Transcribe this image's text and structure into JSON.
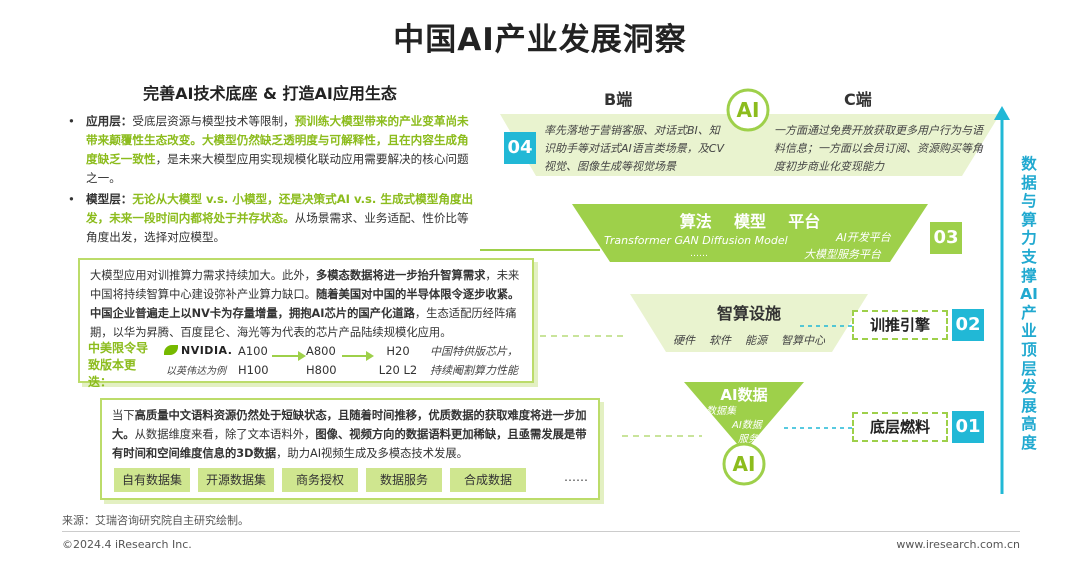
{
  "title": "中国AI产业发展洞察",
  "subtitle": "完善AI技术底座 & 打造AI应用生态",
  "left": {
    "app_layer": {
      "label": "应用层：",
      "t1": "受底层资源与模型技术等限制，",
      "h1": "预训练大模型带来的产业变革尚未带来颠覆性生态改变。大模型仍然缺乏透明度与可解释性，且在内容生成角度缺乏一致性",
      "t2": "，是未来大模型应用实现规模化联动应用需要解决的核心问题之一。"
    },
    "model_layer": {
      "label": "模型层：",
      "h1": "无论从大模型 v.s. 小模型，还是决策式AI v.s. 生成式模型角度出发，未来一段时间内都将处于并存状态。",
      "t1": "从场景需求、业务适配、性价比等角度出发，选择对应模型。"
    },
    "compute_box": {
      "t1": "大模型应用对训推算力需求持续加大。此外，",
      "b1": "多模态数据将进一步抬升智算需求",
      "t2": "，未来中国将持续智算中心建设弥补产业算力缺口。",
      "b2": "随着美国对中国的半导体限令逐步收紧。中国企业普遍走上以NV卡为存量增量，拥抱AI芯片的国产化道路",
      "t3": "，生态适配历经阵痛期，以华为昇腾、百度昆仑、海光等为代表的芯片产品陆续规模化应用。",
      "label_line1": "中美限令导",
      "label_line2": "致版本更迭：",
      "nvidia": "NVIDIA.",
      "nvidia_note": "以英伟达为例",
      "chips_a": [
        "A100",
        "H100"
      ],
      "chips_b": [
        "A800",
        "H800"
      ],
      "chips_c": [
        "H20",
        "L20 L2"
      ],
      "chips_note_1": "中国特供版芯片，",
      "chips_note_2": "持续阉割算力性能"
    },
    "data_box": {
      "t1": "当下",
      "b1": "高质量中文语料资源仍然处于短缺状态，且随着时间推移，优质数据的获取难度将进一步加大。",
      "t2": "从数据维度来看，除了文本语料外，",
      "b2": "图像、视频方向的数据语料更加稀缺，且亟需发展是带有时间和空间维度信息的3D数据",
      "t3": "，助力AI视频生成及多模态技术发展。",
      "chips": [
        "自有数据集",
        "开源数据集",
        "商务授权",
        "数据服务",
        "合成数据"
      ],
      "ellipsis": "……"
    }
  },
  "right": {
    "b_end": "B端",
    "c_end": "C端",
    "ai_badge_top": "AI",
    "ai_badge_bottom": "AI",
    "n04": "04",
    "n03": "03",
    "n02": "02",
    "n01": "01",
    "b_text": "率先落地于营销客服、对话式BI、知识助手等对话式AI语言类场景，及CV视觉、图像生成等视觉场景",
    "c_text": "一方面通过免费开放获取更多用户行为与语料信息；一方面以会员订阅、资源购买等角度初步商业化变现能力",
    "algo_title": "算法    模型    平台",
    "algo_line1": "Transformer  GAN  Diffusion Model",
    "algo_line2": "……",
    "algo_r1": "AI开发平台",
    "algo_r2": "大模型服务平台",
    "compute_title": "智算设施",
    "compute_items": "硬件    软件    能源    智算中心",
    "data_title": "AI数据",
    "data_items": [
      "数据集",
      "AI数据",
      "服务"
    ],
    "label_02": "训推引擎",
    "label_01": "底层燃料",
    "vertical": "数据与算力支撑AI产业顶层发展高度"
  },
  "source": "来源：艾瑞咨询研究院自主研究绘制。",
  "footer_left": "©2024.4 iResearch Inc.",
  "footer_right": "www.iresearch.com.cn",
  "colors": {
    "green": "#9ed04a",
    "light_green": "#e9f3cf",
    "cyan": "#21b8d6",
    "highlight": "#8cbc1d"
  }
}
